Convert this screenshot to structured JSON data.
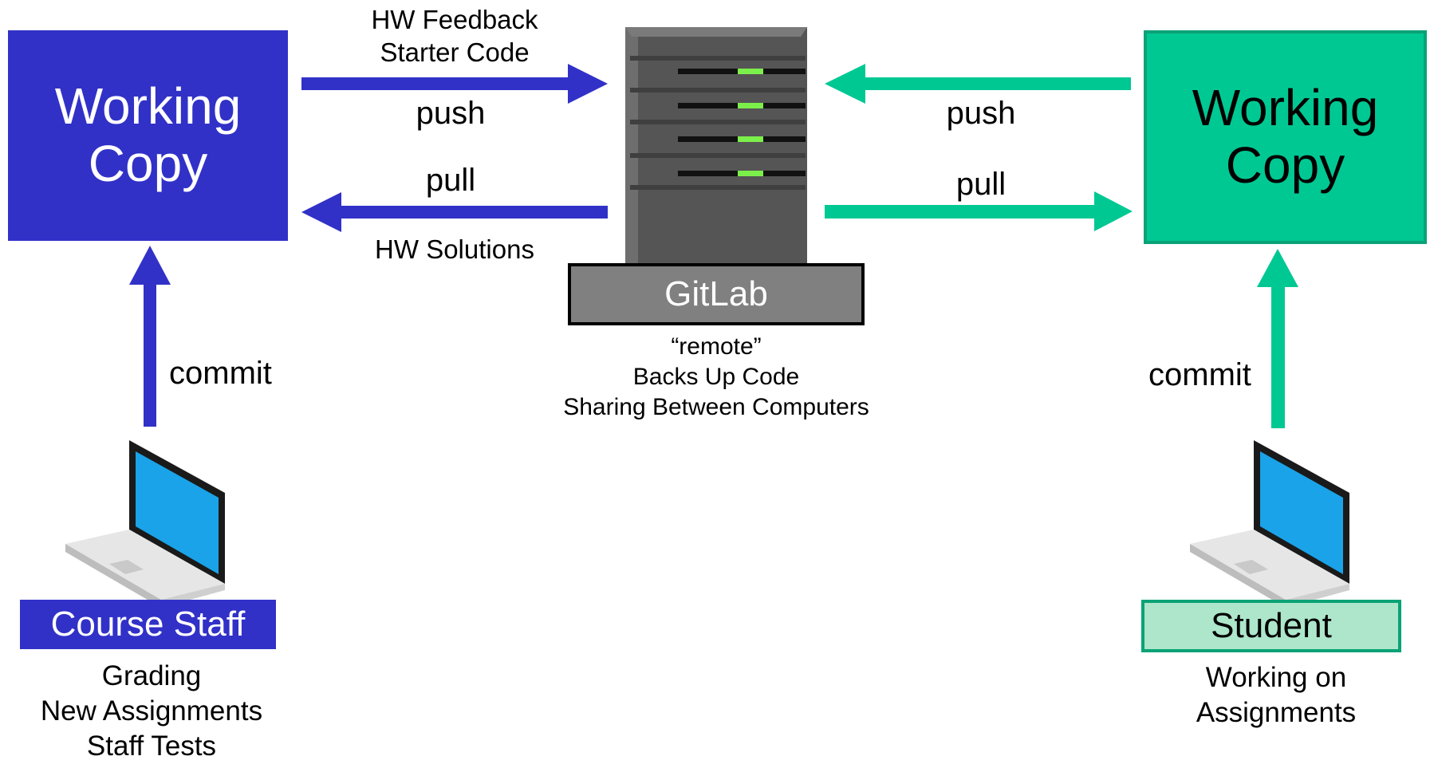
{
  "colors": {
    "staff_blue": "#3131c8",
    "student_green": "#00c893",
    "student_green_border": "#0aa276",
    "student_badge_fill": "#ade6cb",
    "server_gray": "#808080",
    "server_light": "#7cf04a"
  },
  "staff": {
    "working_copy_line1": "Working",
    "working_copy_line2": "Copy",
    "commit_label": "commit",
    "role_label": "Course Staff",
    "description": [
      "Grading",
      "New Assignments",
      "Staff Tests"
    ],
    "icon": "laptop-icon"
  },
  "student": {
    "working_copy_line1": "Working",
    "working_copy_line2": "Copy",
    "commit_label": "commit",
    "role_label": "Student",
    "description": [
      "Working on",
      "Assignments"
    ],
    "icon": "laptop-icon"
  },
  "server": {
    "label": "GitLab",
    "description": [
      "“remote”",
      "Backs Up Code",
      "Sharing Between Computers"
    ],
    "icon": "server-icon"
  },
  "flows": {
    "staff_push_label": "push",
    "staff_push_note": [
      "HW Feedback",
      "Starter Code"
    ],
    "staff_pull_label": "pull",
    "staff_pull_note": "HW Solutions",
    "student_push_label": "push",
    "student_pull_label": "pull"
  }
}
